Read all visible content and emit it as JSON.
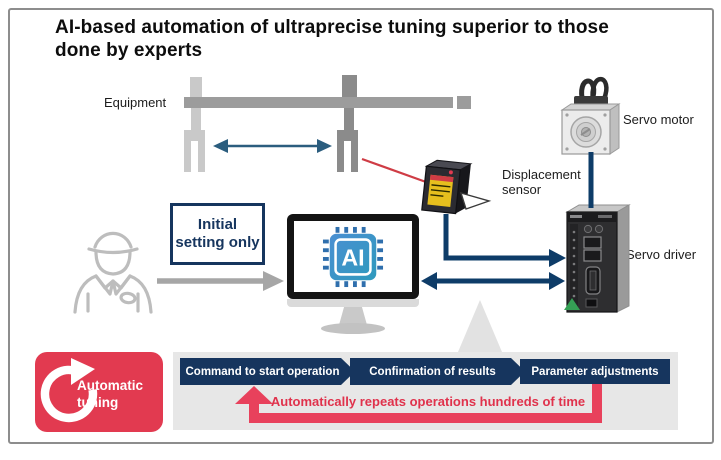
{
  "header": {
    "title": "AI-based automation of ultraprecise tuning superior to those done by experts"
  },
  "labels": {
    "equipment": "Equipment",
    "servo_motor": "Servo motor",
    "displacement_sensor": "Displacement sensor",
    "servo_driver": "Servo driver",
    "initial_setting": "Initial setting only",
    "ai_chip": "AI"
  },
  "badge": {
    "label": "Automatic tuning"
  },
  "flow": {
    "steps": [
      "Command to start operation",
      "Confirmation of results",
      "Parameter adjustments"
    ],
    "note": "Automatically repeats operations hundreds of time"
  },
  "colors": {
    "navy": "#16355e",
    "connector_blue": "#0e3c68",
    "gripper_arrow_blue": "#2b5d7e",
    "red": "#e23a50",
    "laser_red": "#cf3c45",
    "rail_gray": "#9c9c9c",
    "strip_gray": "#e7e7e7",
    "chip_blue": "#3b82c4"
  }
}
